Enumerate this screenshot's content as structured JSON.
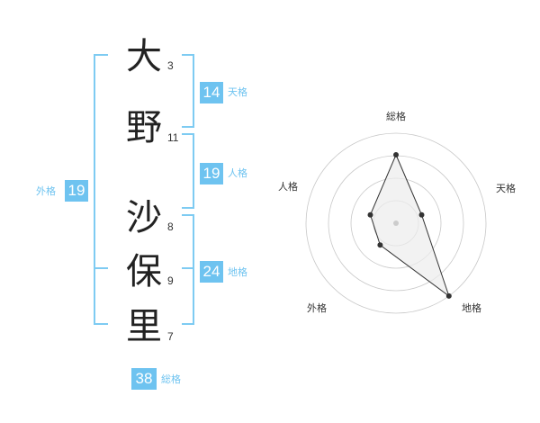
{
  "name": {
    "chars": [
      {
        "char": "大",
        "strokes": "3"
      },
      {
        "char": "野",
        "strokes": "11"
      },
      {
        "char": "沙",
        "strokes": "8"
      },
      {
        "char": "保",
        "strokes": "9"
      },
      {
        "char": "里",
        "strokes": "7"
      }
    ]
  },
  "kakusu": {
    "tenkaku": {
      "value": "14",
      "label": "天格"
    },
    "jinkaku": {
      "value": "19",
      "label": "人格"
    },
    "chikaku": {
      "value": "24",
      "label": "地格"
    },
    "gaikaku": {
      "value": "19",
      "label": "外格"
    },
    "soukaku": {
      "value": "38",
      "label": "総格"
    }
  },
  "radar": {
    "axes": [
      "総格",
      "天格",
      "地格",
      "外格",
      "人格"
    ],
    "values": [
      0.76,
      0.3,
      1.0,
      0.3,
      0.3
    ],
    "rings": 4,
    "colors": {
      "ring": "#c8c8c8",
      "line": "#333333",
      "fill": "#ededed",
      "center": "#cccccc"
    }
  },
  "colors": {
    "accent": "#6ec3f0",
    "bracket": "#7ecbf2"
  }
}
